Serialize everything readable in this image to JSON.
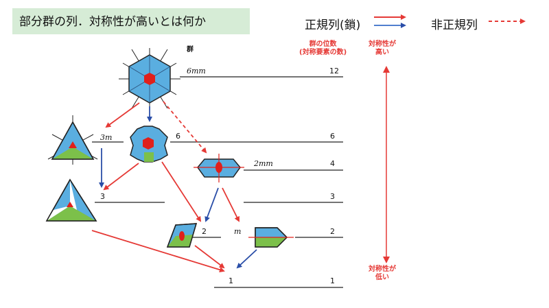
{
  "title": "部分群の列．対称性が高いとは何か",
  "legend": {
    "normal_series_label": "正規列(鎖)",
    "non_normal_series_label": "非正規列"
  },
  "column_headers": {
    "group": "群",
    "order": "群の位数\n(対称要素の数)"
  },
  "symmetry_axis": {
    "high": "対称性が\n高い",
    "low": "対称性が\n低い"
  },
  "groups": [
    {
      "symbol": "6mm",
      "order": "12"
    },
    {
      "symbol": "3m",
      "order": ""
    },
    {
      "symbol": "6",
      "order": "6"
    },
    {
      "symbol": "2mm",
      "order": "4"
    },
    {
      "symbol": "3",
      "order": "3"
    },
    {
      "symbol": "2",
      "order": ""
    },
    {
      "symbol": "m",
      "order": "2"
    },
    {
      "symbol": "1",
      "order": "1"
    }
  ],
  "colors": {
    "title_bg": "#d6ecd6",
    "red_arrow": "#e53935",
    "blue_arrow": "#2a4ea8",
    "shape_blue": "#5aaee0",
    "shape_green": "#7cc04a",
    "center_red": "#e0201b"
  }
}
